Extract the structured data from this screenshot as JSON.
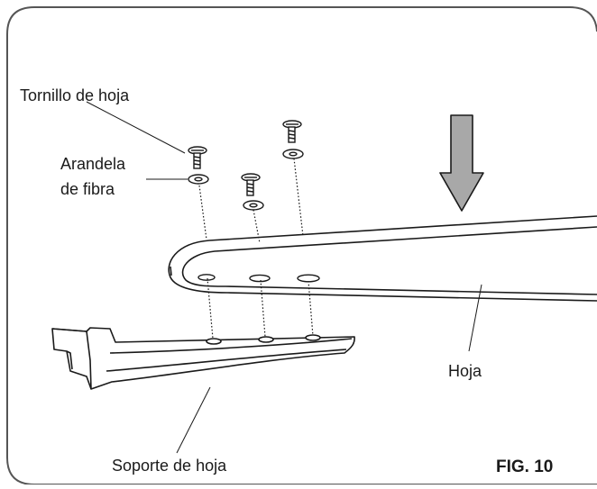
{
  "labels": {
    "blade_screw": "Tornillo de hoja",
    "fiber_washer_line1": "Arandela",
    "fiber_washer_line2": "de fibra",
    "blade": "Hoja",
    "blade_bracket": "Soporte de hoja"
  },
  "figure": {
    "label": "FIG. 10"
  },
  "colors": {
    "line": "#1a1a1a",
    "arrow_fill": "#a8a8a8",
    "frame": "#555555"
  },
  "icons": {
    "direction": "down-arrow-icon"
  }
}
